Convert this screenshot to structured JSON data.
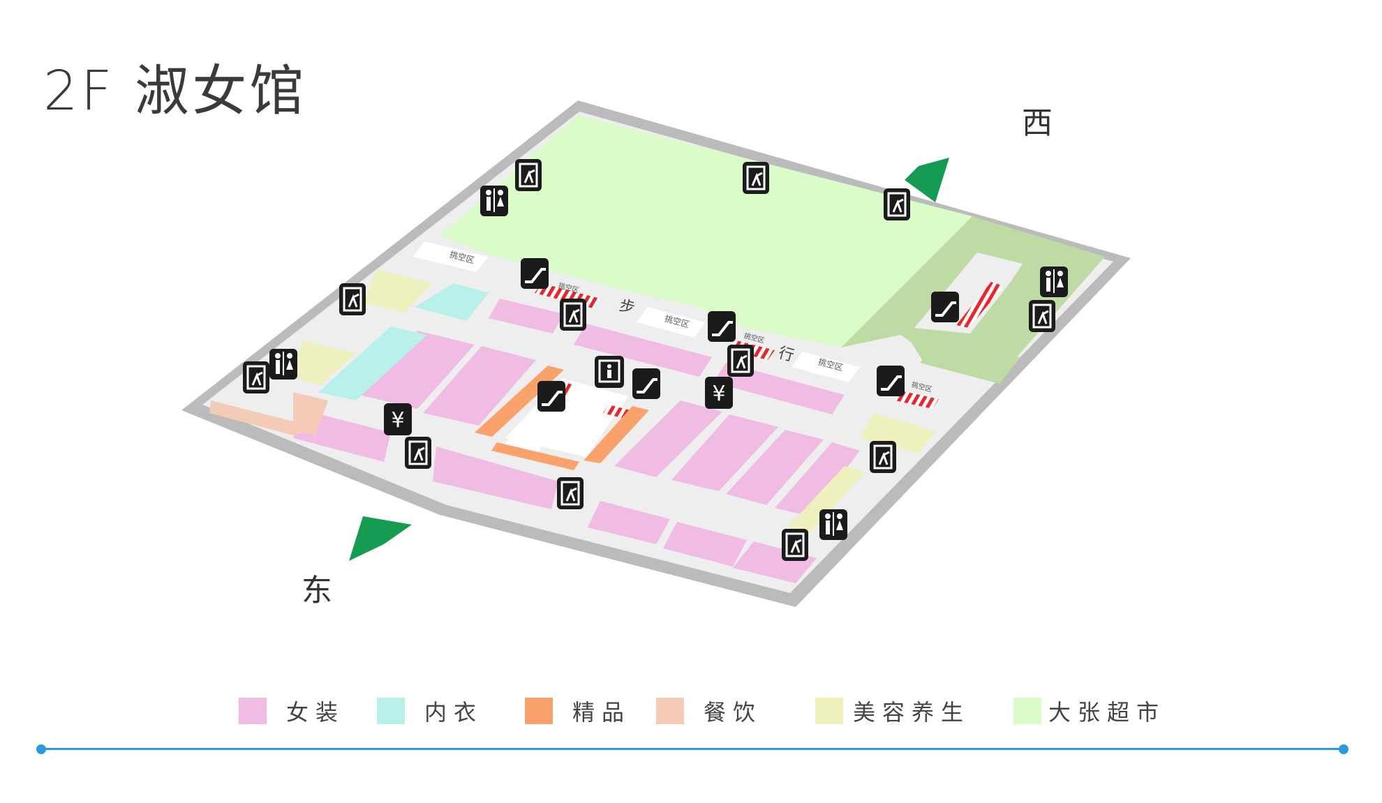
{
  "title": "2F 淑女馆",
  "compass": {
    "west": "西",
    "east": "东"
  },
  "map_labels": {
    "atrium": "挑空区",
    "walkway_1": "步",
    "walkway_2": "行"
  },
  "colors": {
    "womens_wear": "#f0bce4",
    "lingerie": "#b8f0ea",
    "boutique": "#f9a26b",
    "dining": "#f3cbb7",
    "beauty": "#eef1bd",
    "supermarket": "#d9fcc8",
    "supermarket_dark": "#bfdba4",
    "floor": "#eeeeee",
    "border": "#bbbbbb",
    "arrow": "#159c52",
    "icon_bg": "#1b1b1b",
    "hatch": "#e8262d",
    "baseline": "#2a9be0"
  },
  "icons": {
    "emergency_exit": "emergency-exit-icon",
    "restroom": "restroom-icon",
    "escalator": "escalator-icon",
    "elevator": "elevator-icon",
    "atm": "atm-icon"
  },
  "legend": [
    {
      "label": "女装",
      "color": "#f0bce4"
    },
    {
      "label": "内衣",
      "color": "#b8f0ea"
    },
    {
      "label": "精品",
      "color": "#f9a26b"
    },
    {
      "label": "餐饮",
      "color": "#f3cbb7"
    },
    {
      "label": "美容养生",
      "color": "#eef1bd"
    },
    {
      "label": "大张超市",
      "color": "#d9fcc8"
    }
  ]
}
